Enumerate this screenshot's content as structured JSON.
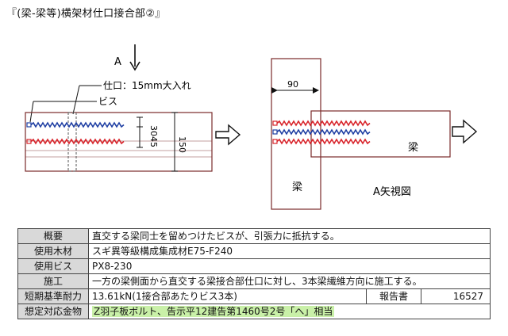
{
  "title": "『(梁-梁等)横架材仕口接合部②』",
  "diagram": {
    "view_arrow_label": "A",
    "shikuchi_label": "仕口：15mm大入れ",
    "screw_label": "ビス",
    "dim_spacing_a": "30",
    "dim_spacing_b": "45",
    "dim_depth": "150",
    "dim_width": "90",
    "beam_label_a": "梁",
    "beam_label_b": "梁",
    "view_caption": "A矢視図",
    "colors": {
      "screw_red": "#d8232a",
      "screw_blue": "#1f3fa3",
      "line": "#7a2a2a"
    }
  },
  "table": {
    "rows": [
      {
        "label": "概要",
        "value": "直交する梁同士を留めつけたビスが、引張力に抵抗する。"
      },
      {
        "label": "使用木材",
        "value": "スギ異等級構成集成材E75-F240"
      },
      {
        "label": "使用ビス",
        "value": "PX8-230"
      },
      {
        "label": "施工",
        "value": "一方の梁側面から直交する梁接合部仕口に対し、3本梁繊維方向に施工する。"
      }
    ],
    "capacity": {
      "label": "短期基準耐力",
      "value": "13.61kN(1接合部あたりビス3本)",
      "report_label": "報告書",
      "report_value": "16527"
    },
    "hardware": {
      "label": "想定対応金物",
      "value": "Z羽子板ボルト、告示平12建告第1460号2号「へ」相当"
    }
  }
}
